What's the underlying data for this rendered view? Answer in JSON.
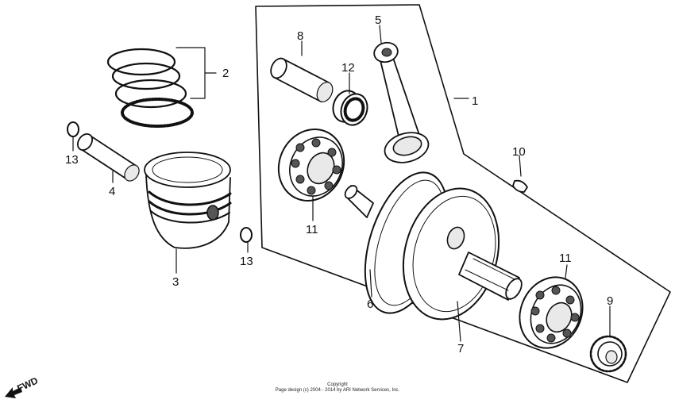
{
  "callouts": {
    "c1": "1",
    "c2": "2",
    "c3": "3",
    "c4": "4",
    "c5": "5",
    "c6": "6",
    "c7": "7",
    "c8": "8",
    "c9": "9",
    "c10": "10",
    "c11a": "11",
    "c11b": "11",
    "c12": "12",
    "c13a": "13",
    "c13b": "13"
  },
  "direction_label": "FWD",
  "copyright": {
    "line1": "Copyright",
    "line2": "Page design (c) 2004 - 2014 by ARI Network Services, Inc."
  }
}
